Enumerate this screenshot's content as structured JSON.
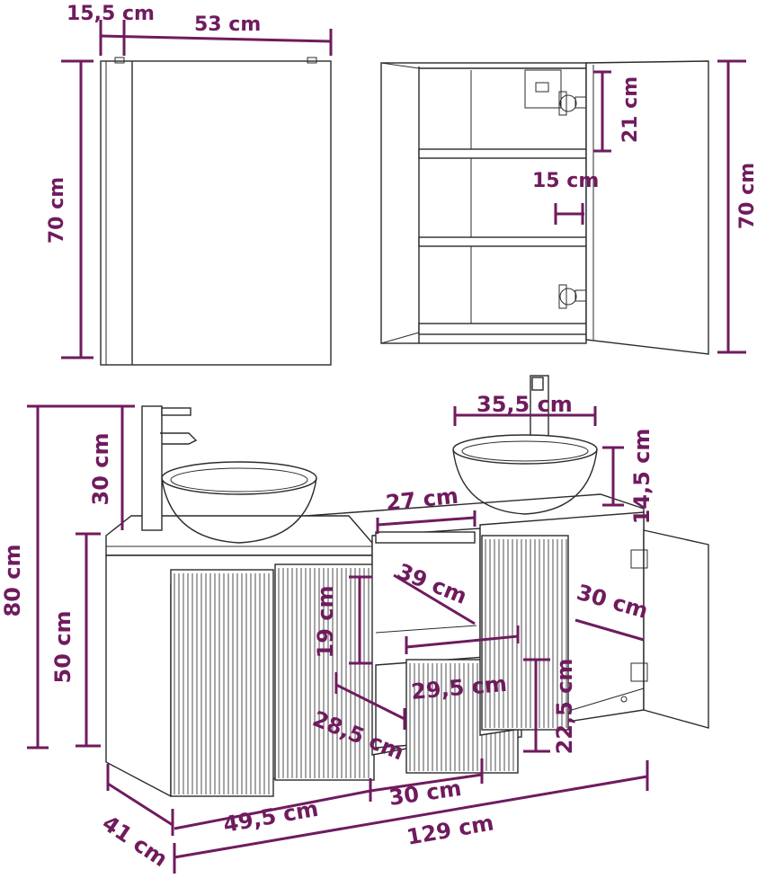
{
  "colors": {
    "dimension": "#6f1b5e",
    "outline": "#2b2b2b",
    "background": "#ffffff"
  },
  "mirror_cabinet": {
    "depth_label": "15,5 cm",
    "width_label": "53 cm",
    "height_label": "70 cm",
    "open_height_label": "70 cm",
    "upper_hinge_span_label": "21 cm",
    "shelf_gap_label": "15 cm"
  },
  "vanity": {
    "total_height_label": "80 cm",
    "cabinet_height_label": "50 cm",
    "faucet_height_label": "30 cm",
    "basin_diameter_label": "35,5 cm",
    "basin_height_label": "14,5 cm",
    "inner_width_label": "27 cm",
    "inner_depth_label": "39 cm",
    "inner_height_label": "19 cm",
    "side_shelf_depth_label": "30 cm",
    "drawer_width_label": "29,5 cm",
    "drawer_depth_label": "28,5 cm",
    "drawer_height_label": "22,5 cm",
    "depth_label": "41 cm",
    "left_width_label": "49,5 cm",
    "middle_width_label": "30 cm",
    "total_width_label": "129 cm"
  }
}
